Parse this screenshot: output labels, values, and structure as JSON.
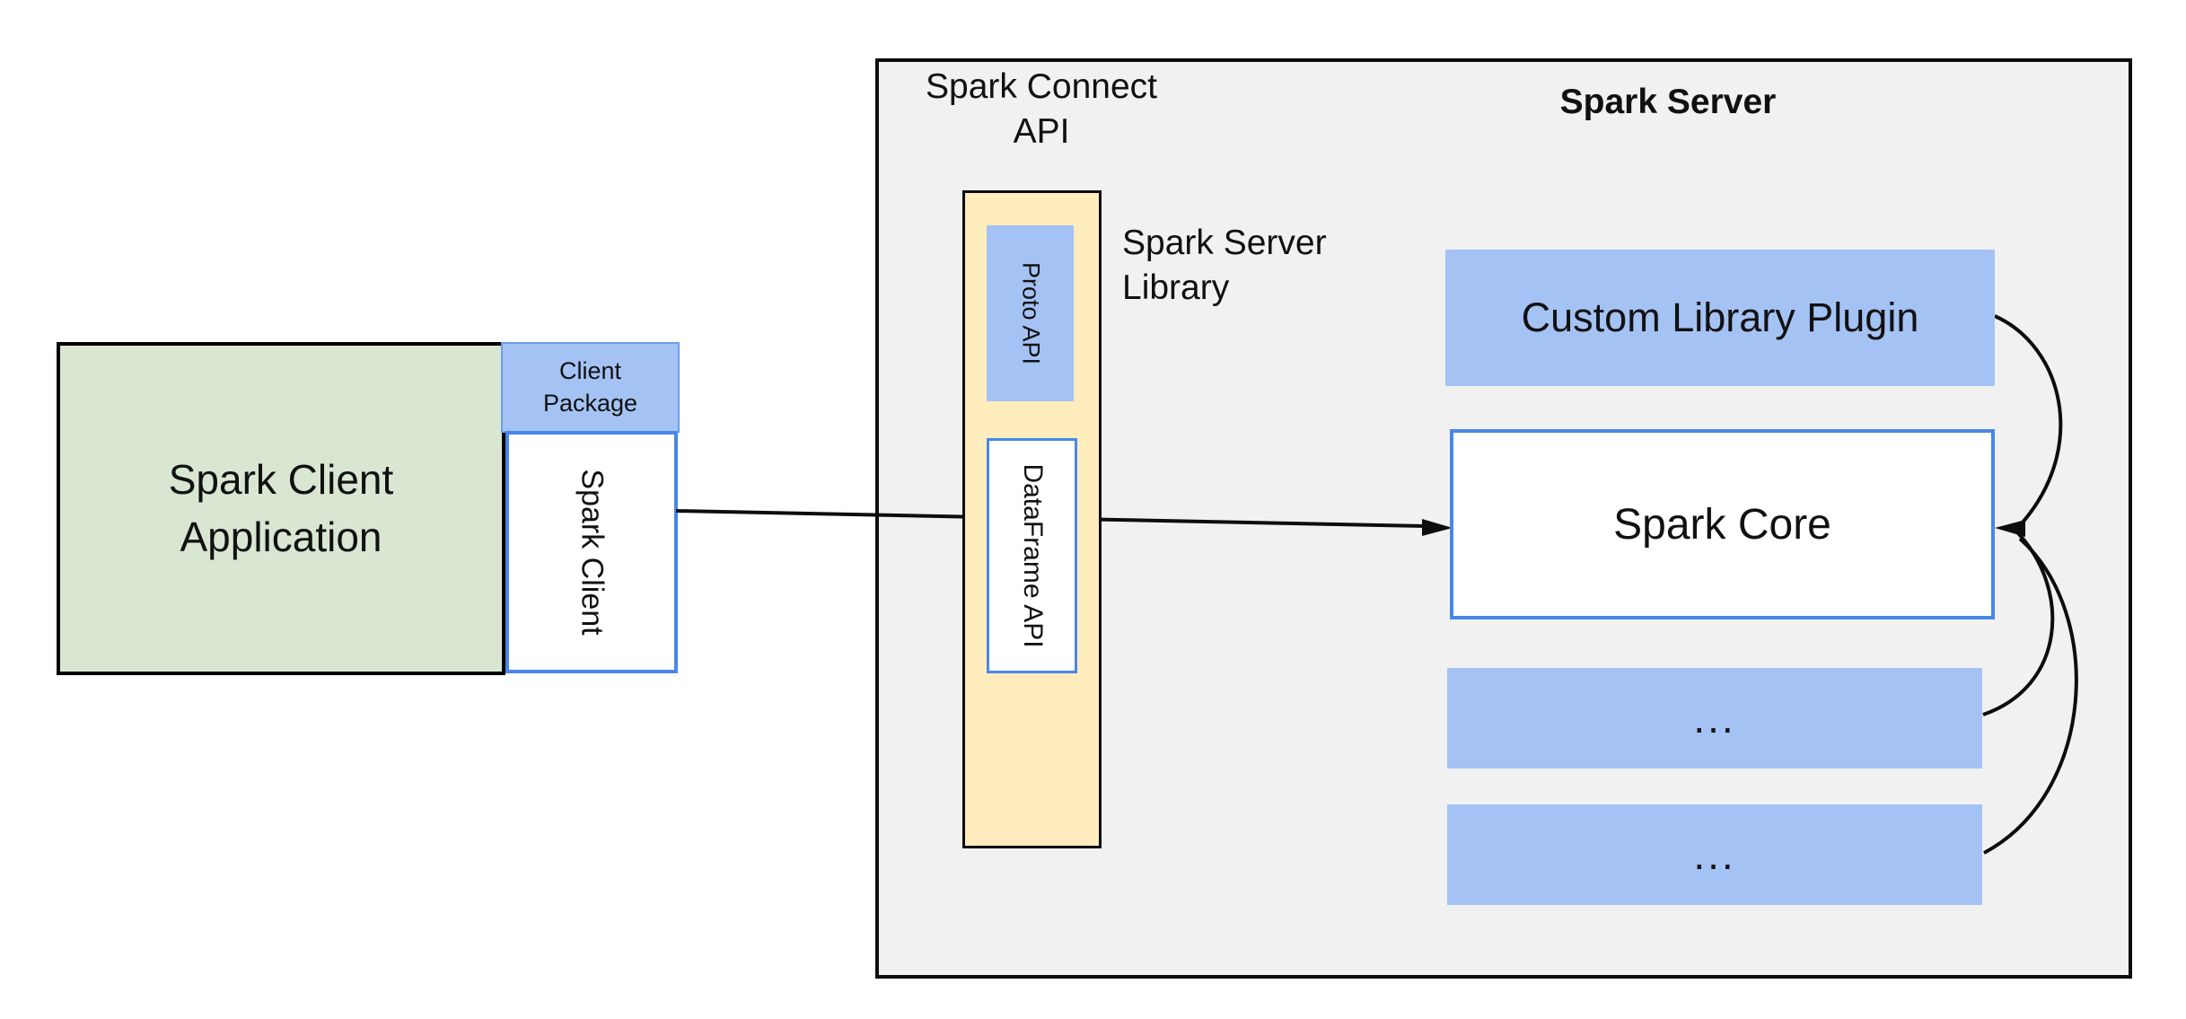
{
  "client": {
    "app_label": "Spark Client Application",
    "package_label": "Client Package",
    "spark_client_label": "Spark Client"
  },
  "connect_api_label": "Spark Connect API",
  "server": {
    "title": "Spark Server",
    "library_label": "Spark Server Library",
    "proto_api_label": "Proto API",
    "dataframe_api_label": "DataFrame API",
    "custom_plugin_label": "Custom Library Plugin",
    "spark_core_label": "Spark Core",
    "ellipsis_boxes": [
      "...",
      "..."
    ]
  },
  "icons": {
    "right_arrow": "arrow connecting Spark Client to Spark Core",
    "curved_arrows": "curved arrows from plugin boxes into Spark Core"
  },
  "colors": {
    "green_fill": "#d9e7d2",
    "blue_fill": "#a4c2f4",
    "blue_border": "#4a86e8",
    "blue_border_light": "#6d9eeb",
    "yellow_fill": "#ffedbd",
    "gray_fill": "#f1f1f2",
    "line_color": "#0d0d0d",
    "text_color": "#111111"
  }
}
